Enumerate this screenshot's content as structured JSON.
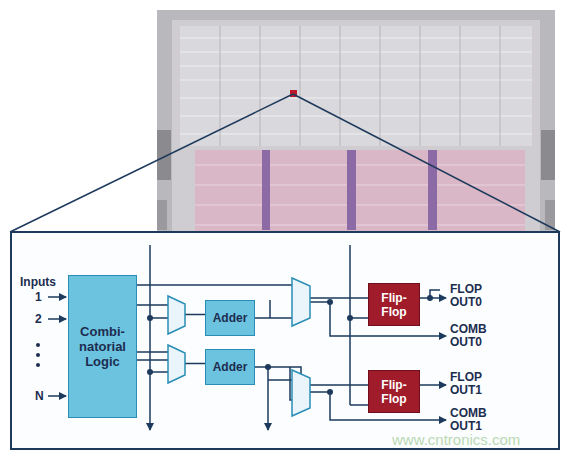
{
  "diagram": {
    "nodes": [
      {
        "text": [
          "Combi- natorial Logic"
        ]
      },
      {
        "text": [
          "Adder"
        ]
      },
      {
        "text": [
          "Adder"
        ]
      },
      {
        "text": [
          "Flip- Flop"
        ]
      },
      {
        "text": [
          "Flip- Flop"
        ]
      }
    ],
    "edges": [
      {
        "from": 0,
        "to": 1,
        "arrow": "none"
      },
      {
        "from": 0,
        "to": 2,
        "arrow": "none"
      },
      {
        "from": 1,
        "to": 3,
        "arrow": "none"
      },
      {
        "from": 2,
        "to": 4,
        "arrow": "none"
      }
    ],
    "labels": [
      "Inputs",
      "1",
      "2",
      "N",
      "FLOP OUT0",
      "COMB OUT0",
      "FLOP OUT1",
      "COMB OUT1",
      "www.cntronics.com"
    ]
  }
}
